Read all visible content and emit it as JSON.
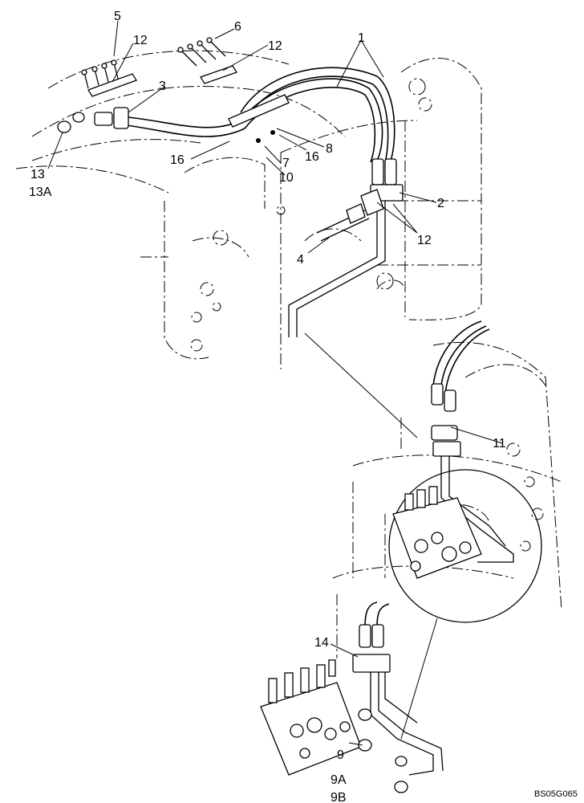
{
  "callouts": [
    {
      "id": "c1",
      "text": "1"
    },
    {
      "id": "c2",
      "text": "2"
    },
    {
      "id": "c3",
      "text": "3"
    },
    {
      "id": "c4",
      "text": "4"
    },
    {
      "id": "c5",
      "text": "5"
    },
    {
      "id": "c6",
      "text": "6"
    },
    {
      "id": "c7",
      "text": "7"
    },
    {
      "id": "c8",
      "text": "8"
    },
    {
      "id": "c9",
      "text": "9"
    },
    {
      "id": "c9a",
      "text": "9A"
    },
    {
      "id": "c9b",
      "text": "9B"
    },
    {
      "id": "c10",
      "text": "10"
    },
    {
      "id": "c11",
      "text": "11"
    },
    {
      "id": "c12a",
      "text": "12"
    },
    {
      "id": "c12b",
      "text": "12"
    },
    {
      "id": "c12c",
      "text": "12"
    },
    {
      "id": "c13",
      "text": "13"
    },
    {
      "id": "c13a",
      "text": "13A"
    },
    {
      "id": "c14",
      "text": "14"
    },
    {
      "id": "c16a",
      "text": "16"
    },
    {
      "id": "c16b",
      "text": "16"
    }
  ],
  "drawing_code": "BS05G065"
}
